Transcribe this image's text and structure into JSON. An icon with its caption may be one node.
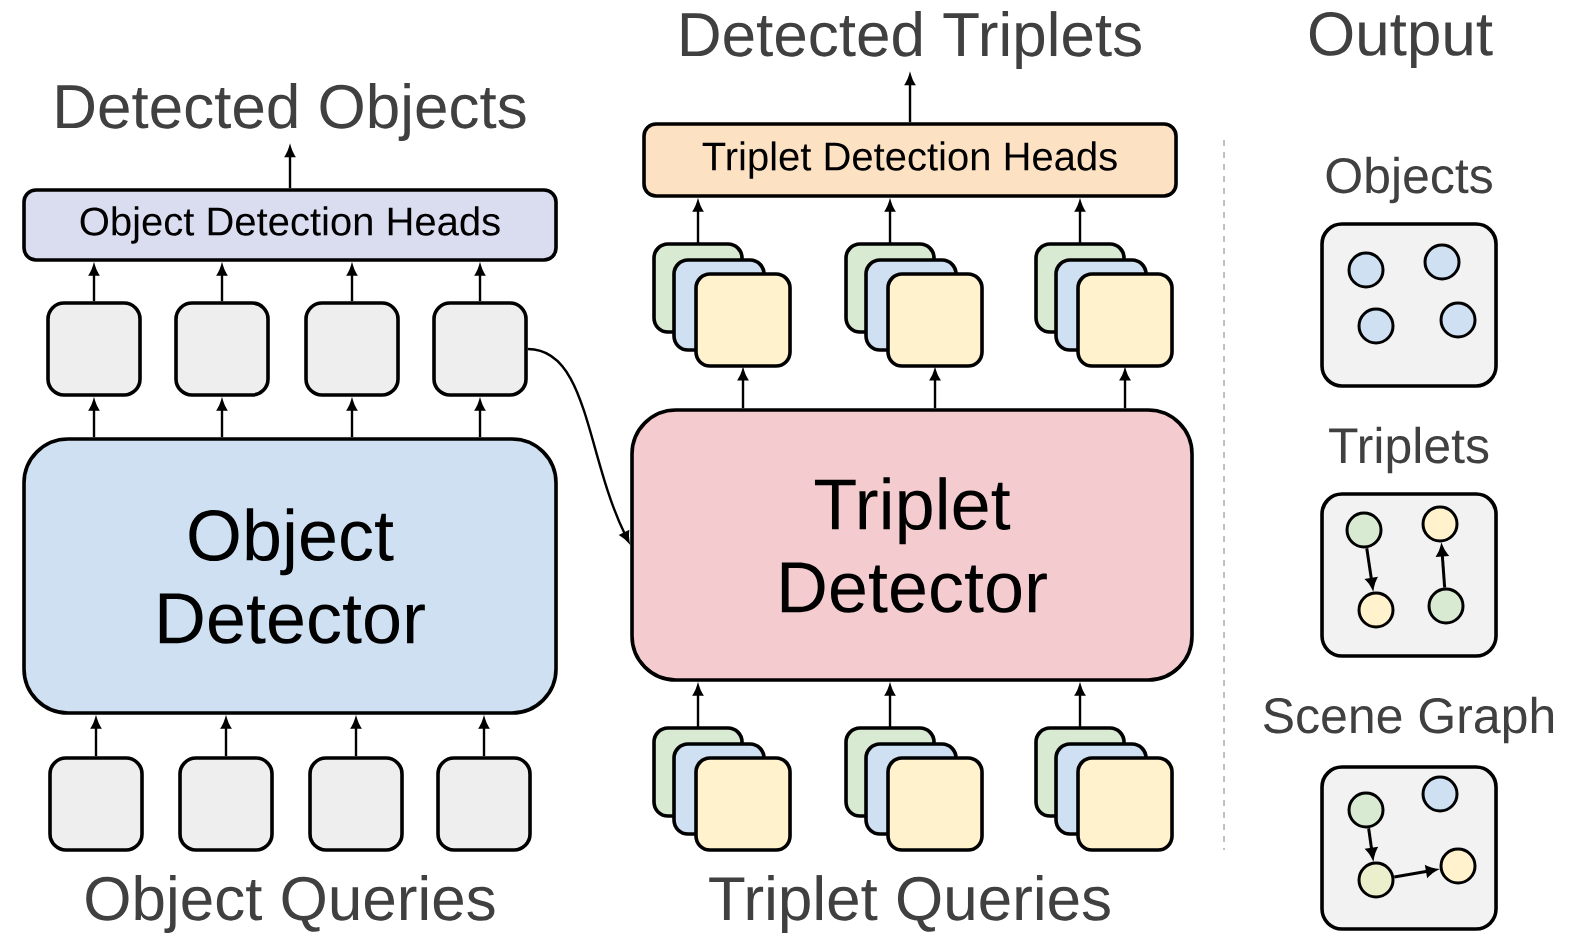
{
  "diagram": {
    "nodes": [
      {
        "text": [
          "Detected Objects"
        ]
      },
      {
        "text": [
          "Object Detection Heads"
        ]
      },
      {
        "text": [],
        "shape": "box"
      },
      {
        "text": [],
        "shape": "box"
      },
      {
        "text": [],
        "shape": "box"
      },
      {
        "text": [],
        "shape": "box"
      },
      {
        "text": [
          "Object Detector"
        ]
      },
      {
        "text": [],
        "shape": "box"
      },
      {
        "text": [],
        "shape": "box"
      },
      {
        "text": [],
        "shape": "box"
      },
      {
        "text": [],
        "shape": "box"
      },
      {
        "text": [
          "Detected Triplets"
        ]
      },
      {
        "text": [
          "Triplet Detection Heads"
        ]
      },
      {
        "text": [],
        "shape": "box"
      },
      {
        "text": [],
        "shape": "box"
      },
      {
        "text": [],
        "shape": "box"
      },
      {
        "text": [
          "Triplet Detector"
        ]
      },
      {
        "text": [],
        "shape": "box"
      },
      {
        "text": [],
        "shape": "box"
      },
      {
        "text": [],
        "shape": "box"
      },
      {
        "text": [
          "Objects"
        ]
      },
      {
        "text": [],
        "shape": "circle",
        "in": 20
      },
      {
        "text": [],
        "shape": "circle",
        "in": 20
      },
      {
        "text": [],
        "shape": "circle",
        "in": 20
      },
      {
        "text": [],
        "shape": "circle",
        "in": 20
      },
      {
        "text": [
          "Triplets"
        ]
      },
      {
        "text": [],
        "shape": "circle",
        "in": 25
      },
      {
        "text": [],
        "shape": "circle",
        "in": 25
      },
      {
        "text": [],
        "shape": "circle",
        "in": 25
      },
      {
        "text": [],
        "shape": "circle",
        "in": 25
      },
      {
        "text": [
          "Scene Graph"
        ]
      },
      {
        "text": [],
        "shape": "circle",
        "in": 30
      },
      {
        "text": [],
        "shape": "circle",
        "in": 30
      },
      {
        "text": [],
        "shape": "circle",
        "in": 30
      },
      {
        "text": [],
        "shape": "circle",
        "in": 30
      }
    ],
    "edges": [
      {
        "from": 1,
        "to": 0,
        "arrow": "to"
      },
      {
        "from": 2,
        "to": 1,
        "arrow": "to"
      },
      {
        "from": 3,
        "to": 1,
        "arrow": "to"
      },
      {
        "from": 4,
        "to": 1,
        "arrow": "to"
      },
      {
        "from": 5,
        "to": 1,
        "arrow": "to"
      },
      {
        "from": 6,
        "to": 2,
        "arrow": "to"
      },
      {
        "from": 6,
        "to": 3,
        "arrow": "to"
      },
      {
        "from": 6,
        "to": 4,
        "arrow": "to"
      },
      {
        "from": 6,
        "to": 5,
        "arrow": "to"
      },
      {
        "from": 7,
        "to": 6,
        "arrow": "to"
      },
      {
        "from": 8,
        "to": 6,
        "arrow": "to"
      },
      {
        "from": 9,
        "to": 6,
        "arrow": "to"
      },
      {
        "from": 10,
        "to": 6,
        "arrow": "to"
      },
      {
        "from": 5,
        "to": 16,
        "arrow": "to"
      },
      {
        "from": 12,
        "to": 11,
        "arrow": "to"
      },
      {
        "from": 13,
        "to": 12,
        "arrow": "to"
      },
      {
        "from": 14,
        "to": 12,
        "arrow": "to"
      },
      {
        "from": 15,
        "to": 12,
        "arrow": "to"
      },
      {
        "from": 16,
        "to": 13,
        "arrow": "to"
      },
      {
        "from": 16,
        "to": 14,
        "arrow": "to"
      },
      {
        "from": 16,
        "to": 15,
        "arrow": "to"
      },
      {
        "from": 17,
        "to": 16,
        "arrow": "to"
      },
      {
        "from": 18,
        "to": 16,
        "arrow": "to"
      },
      {
        "from": 19,
        "to": 16,
        "arrow": "to"
      },
      {
        "from": 26,
        "to": 27,
        "arrow": "to"
      },
      {
        "from": 29,
        "to": 28,
        "arrow": "to"
      },
      {
        "from": 31,
        "to": 33,
        "arrow": "to"
      },
      {
        "from": 33,
        "to": 34,
        "arrow": "to"
      }
    ],
    "labels": [
      "Output",
      "Object Queries",
      "Triplet Queries"
    ]
  }
}
